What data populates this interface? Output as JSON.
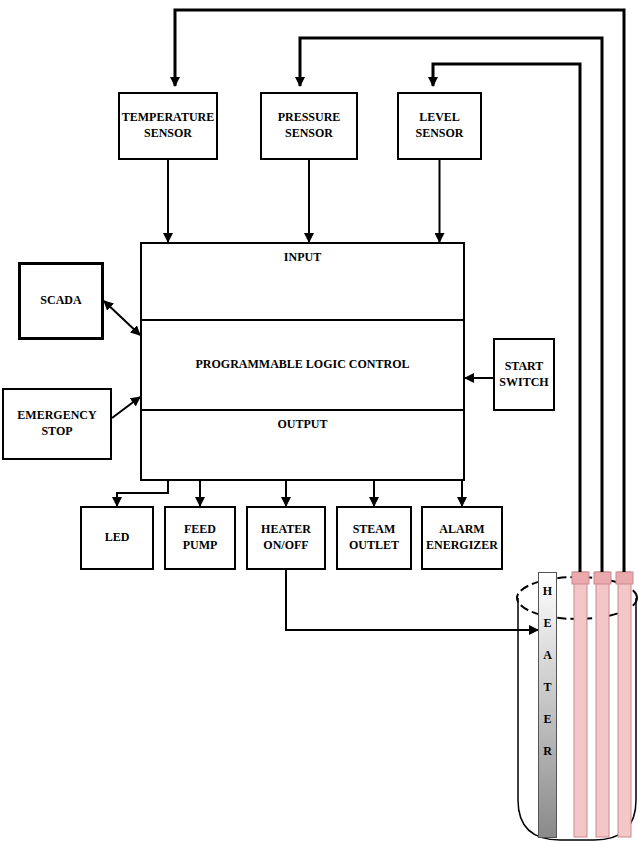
{
  "diagram": {
    "nodes": [
      {
        "text": [
          "TEMPERATURE SENSOR"
        ]
      },
      {
        "text": [
          "PRESSURE SENSOR"
        ]
      },
      {
        "text": [
          "LEVEL SENSOR"
        ]
      },
      {
        "text": [
          "SCADA"
        ]
      },
      {
        "text": [
          "INPUT"
        ]
      },
      {
        "text": [
          "PROGRAMMABLE LOGIC CONTROL"
        ]
      },
      {
        "text": [
          "OUTPUT"
        ]
      },
      {
        "text": [
          "EMERGENCY STOP"
        ]
      },
      {
        "text": [
          "START SWITCH"
        ]
      },
      {
        "text": [
          "LED"
        ]
      },
      {
        "text": [
          "FEED PUMP"
        ]
      },
      {
        "text": [
          "HEATER ON/OFF"
        ]
      },
      {
        "text": [
          "STEAM OUTLET"
        ]
      },
      {
        "text": [
          "ALARM ENERGIZER"
        ]
      },
      {
        "text": [
          "HEATER"
        ]
      }
    ],
    "edges": [
      {
        "from": 0,
        "to": 4,
        "arrow": "to"
      },
      {
        "from": 1,
        "to": 4,
        "arrow": "to"
      },
      {
        "from": 2,
        "to": 4,
        "arrow": "to"
      },
      {
        "from": 3,
        "to": 5,
        "arrow": "both"
      },
      {
        "from": 7,
        "to": 5,
        "arrow": "to"
      },
      {
        "from": 8,
        "to": 5,
        "arrow": "to"
      },
      {
        "from": 6,
        "to": 9,
        "arrow": "to"
      },
      {
        "from": 6,
        "to": 10,
        "arrow": "to"
      },
      {
        "from": 6,
        "to": 11,
        "arrow": "to"
      },
      {
        "from": 6,
        "to": 12,
        "arrow": "to"
      },
      {
        "from": 6,
        "to": 13,
        "arrow": "to"
      },
      {
        "from": 11,
        "to": 14,
        "arrow": "to"
      }
    ]
  }
}
